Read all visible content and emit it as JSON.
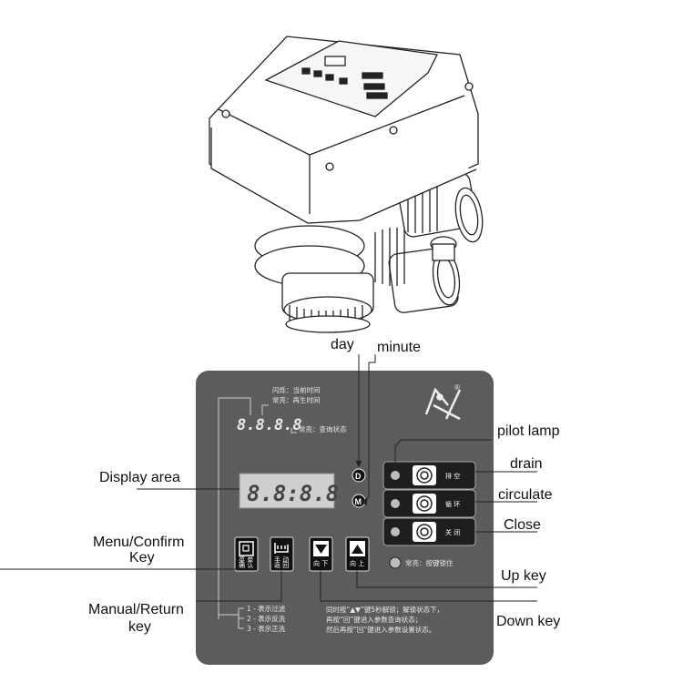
{
  "callouts": {
    "day": "day",
    "minute": "minute",
    "pilot_lamp": "pilot lamp",
    "drain": "drain",
    "display_area": "Display area",
    "circulate": "circulate",
    "close": "Close",
    "menu_confirm_line1": "Menu/Confirm",
    "menu_confirm_line2": "Key",
    "up_key": "Up key",
    "manual_return_line1": "Manual/Return",
    "manual_return_line2": "key",
    "down_key": "Down key"
  },
  "panel": {
    "small_display": "8.8.8.8",
    "main_display": "8.8:8.8",
    "legend_flash": "闪烁：当前时间",
    "legend_steady": "常亮：再生时间",
    "legend_query": "常亮：查询状态",
    "d_label": "D",
    "m_label": "M",
    "valves": [
      {
        "label": "排 空"
      },
      {
        "label": "循 环"
      },
      {
        "label": "关 闭"
      }
    ],
    "lock_note": "常亮：按键锁住",
    "keys": {
      "menu_line1": "菜 单",
      "menu_line2": "确 认",
      "manual_line1": "手 动",
      "manual_line2": "返 回",
      "down": "向 下",
      "up": "向 上"
    },
    "modes": [
      "1 - 表示过滤",
      "2 - 表示反洗",
      "3 - 表示正洗"
    ],
    "instructions": [
      "同时按“▲▼”键5秒解锁；解锁状态下，",
      "再按“回”键进入参数查询状态；",
      "然后再按“回”键进入参数设置状态。"
    ],
    "registered_mark": "®"
  }
}
